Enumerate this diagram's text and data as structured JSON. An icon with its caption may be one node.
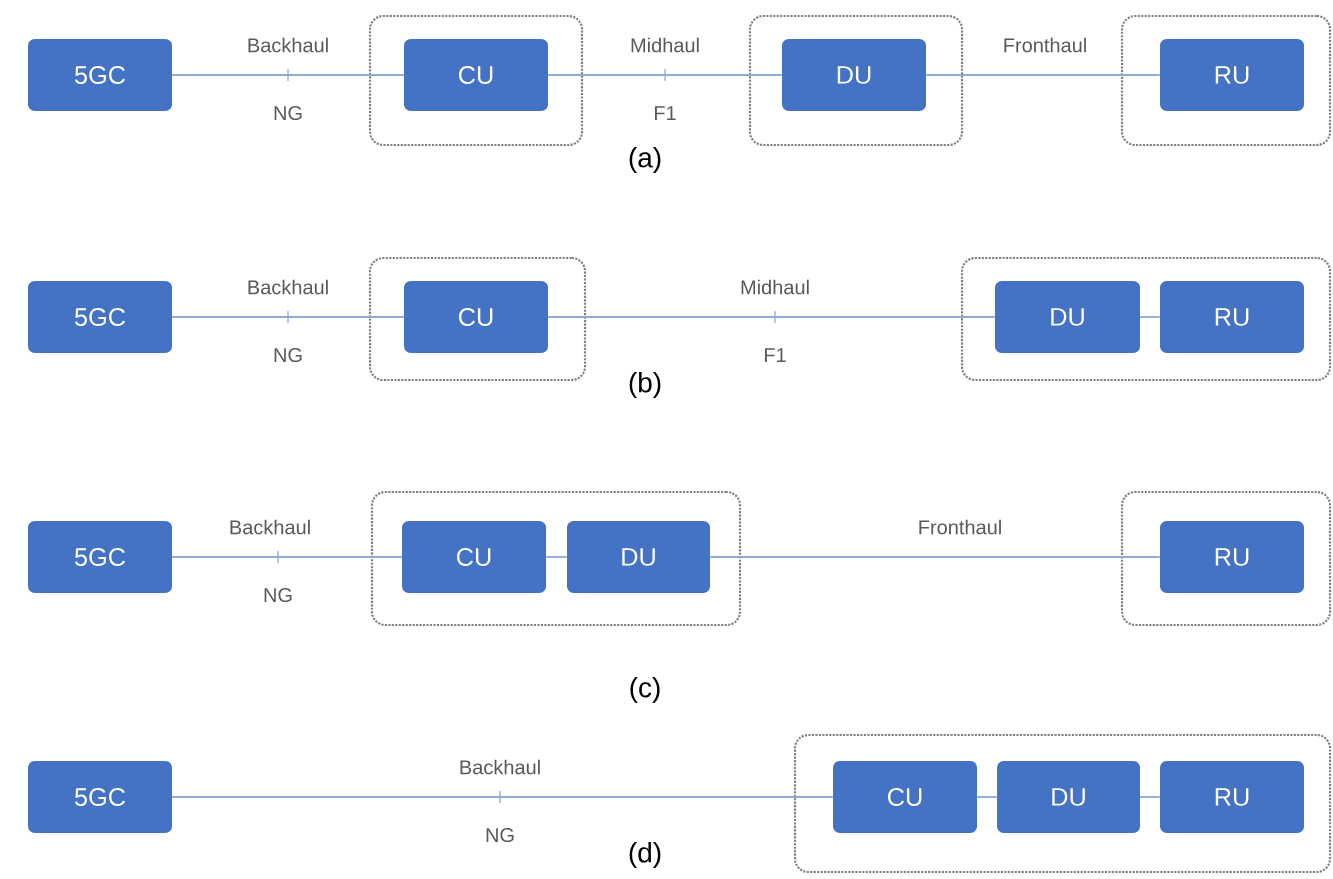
{
  "diagram": {
    "nodes": [
      {
        "text": [
          "5GC"
        ]
      },
      {
        "text": [],
        "shape": "box"
      },
      {
        "text": [
          "CU"
        ],
        "in": 1
      },
      {
        "text": [],
        "shape": "box"
      },
      {
        "text": [
          "DU"
        ],
        "in": 3
      },
      {
        "text": [],
        "shape": "box"
      },
      {
        "text": [
          "RU"
        ],
        "in": 5
      },
      {
        "text": [
          "5GC"
        ]
      },
      {
        "text": [],
        "shape": "box"
      },
      {
        "text": [
          "CU"
        ],
        "in": 8
      },
      {
        "text": [],
        "shape": "box"
      },
      {
        "text": [
          "DU"
        ],
        "in": 10
      },
      {
        "text": [
          "RU"
        ],
        "in": 10
      },
      {
        "text": [
          "5GC"
        ]
      },
      {
        "text": [],
        "shape": "box"
      },
      {
        "text": [
          "CU"
        ],
        "in": 14
      },
      {
        "text": [
          "DU"
        ],
        "in": 14
      },
      {
        "text": [],
        "shape": "box"
      },
      {
        "text": [
          "RU"
        ],
        "in": 17
      },
      {
        "text": [
          "5GC"
        ]
      },
      {
        "text": [],
        "shape": "box"
      },
      {
        "text": [
          "CU"
        ],
        "in": 20
      },
      {
        "text": [
          "DU"
        ],
        "in": 20
      },
      {
        "text": [
          "RU"
        ],
        "in": 20
      }
    ],
    "edges": [
      {
        "from": 0,
        "to": 2,
        "arrow": "none"
      },
      {
        "from": 2,
        "to": 4,
        "arrow": "none"
      },
      {
        "from": 4,
        "to": 6,
        "arrow": "none"
      },
      {
        "from": 7,
        "to": 9,
        "arrow": "none"
      },
      {
        "from": 9,
        "to": 11,
        "arrow": "none"
      },
      {
        "from": 11,
        "to": 12,
        "arrow": "none"
      },
      {
        "from": 13,
        "to": 15,
        "arrow": "none"
      },
      {
        "from": 15,
        "to": 16,
        "arrow": "none"
      },
      {
        "from": 16,
        "to": 18,
        "arrow": "none"
      },
      {
        "from": 19,
        "to": 21,
        "arrow": "none"
      },
      {
        "from": 21,
        "to": 22,
        "arrow": "none"
      },
      {
        "from": 22,
        "to": 23,
        "arrow": "none"
      }
    ],
    "labels": [
      "Backhaul",
      "Midhaul",
      "Fronthaul",
      "NG",
      "F1",
      "(a)",
      "Backhaul",
      "Midhaul",
      "NG",
      "F1",
      "(b)",
      "Backhaul",
      "Fronthaul",
      "NG",
      "(c)",
      "Backhaul",
      "NG",
      "(d)"
    ]
  }
}
